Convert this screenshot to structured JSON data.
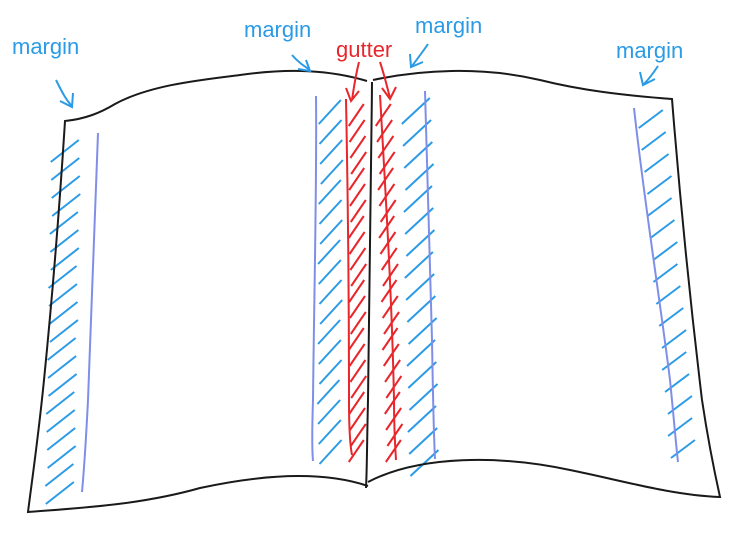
{
  "labels": {
    "margin_outer_left": "margin",
    "margin_inner_left": "margin",
    "gutter": "gutter",
    "margin_inner_right": "margin",
    "margin_outer_right": "margin"
  },
  "colors": {
    "outline": "#1a1a1a",
    "margin": "#2b9be6",
    "margin_line": "#7f8fe8",
    "gutter": "#e8262b"
  }
}
